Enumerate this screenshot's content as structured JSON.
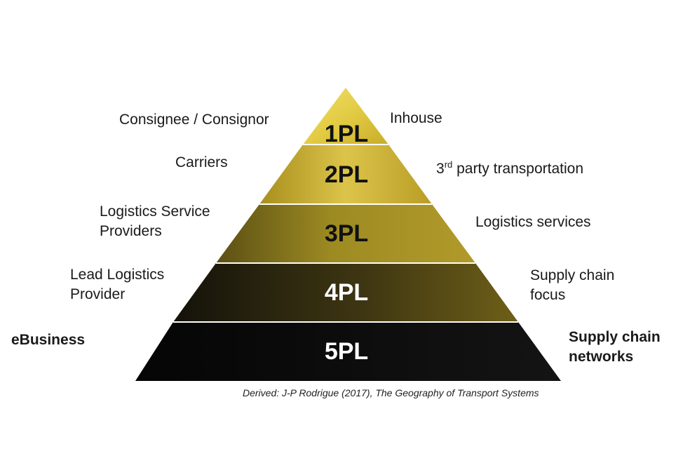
{
  "tiers": [
    {
      "level": "1PL",
      "left_label": [
        "Consignee / Consignor"
      ],
      "right_label": [
        "Inhouse"
      ],
      "text_color": "#111111"
    },
    {
      "level": "2PL",
      "left_label": [
        "Carriers"
      ],
      "right_label_prefix": "3",
      "right_label_sup": "rd",
      "right_label_rest": " party transportation",
      "text_color": "#111111"
    },
    {
      "level": "3PL",
      "left_label": [
        "Logistics Service",
        "Providers"
      ],
      "right_label": [
        "Logistics services"
      ],
      "text_color": "#111111"
    },
    {
      "level": "4PL",
      "left_label": [
        "Lead Logistics",
        "Provider"
      ],
      "right_label": [
        "Supply chain",
        "focus"
      ],
      "text_color": "#ffffff"
    },
    {
      "level": "5PL",
      "left_label": [
        "eBusiness"
      ],
      "right_label": [
        "Supply chain",
        "networks"
      ],
      "text_color": "#ffffff"
    }
  ],
  "credit": "Derived: J-P Rodrigue (2017), The Geography of Transport Systems",
  "colors": {
    "tier_1": "#d8bd3c",
    "tier_2": "#c9ad2e",
    "tier_3": "#9c8a22",
    "tier_4": "#3a3110",
    "tier_5": "#0d0d0d",
    "divider": "#ffffff"
  }
}
